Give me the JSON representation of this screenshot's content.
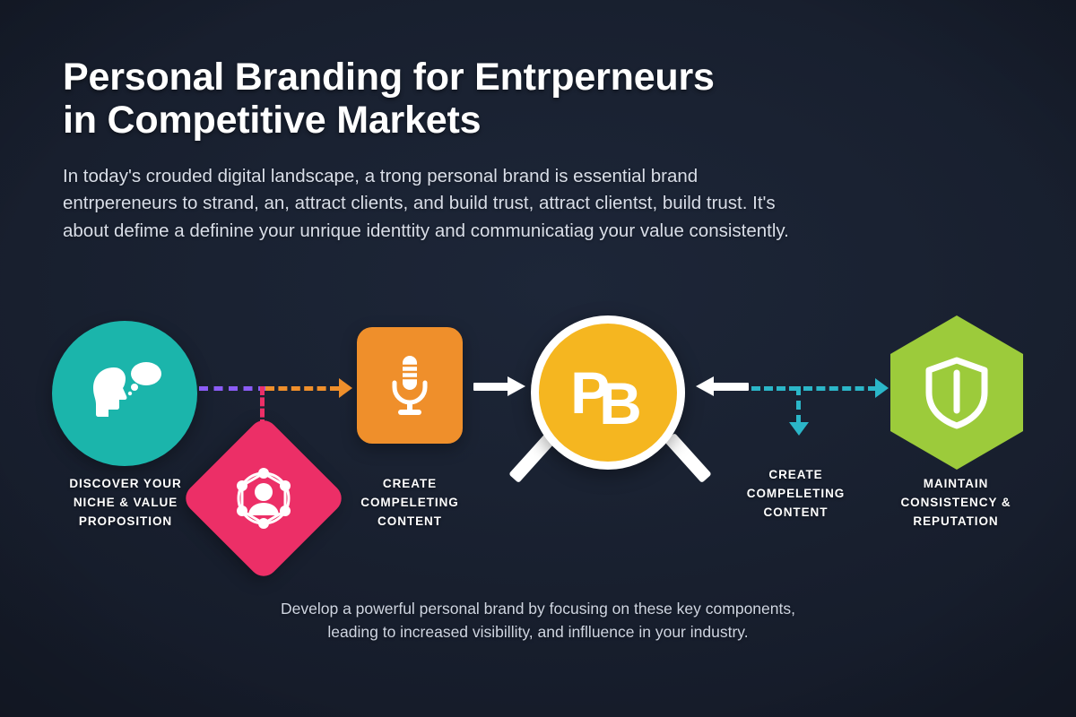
{
  "page": {
    "background_color": "#1a2232",
    "title": "Personal Branding for Entrperneurs in Competitive Markets",
    "title_line1": "Personal Branding for Entrperneurs",
    "title_line2": "in Competitive Markets",
    "intro": "In today's crouded digital landscape, a trong personal brand is essential brand entrpereneurs to strand, an, attract clients,  and build trust, attract clientst, build trust. It's about defime a definine your unrique identtity and communicatiag your value consistently.",
    "footer_line1": "Develop a powerful personal brand by focusing on these key components,",
    "footer_line2": "leading to increased visibillity,  and inflluence in your industry."
  },
  "diagram": {
    "center": {
      "monogram_p": "P",
      "monogram_b": "B",
      "icon": "magnifier-icon",
      "circle_color": "#f5b620",
      "ring_color": "#ffffff"
    },
    "nodes": [
      {
        "id": "discover-niche",
        "label": "DISCOVER YOUR NICHE & VALUE PROPOSITION",
        "label_lines": [
          "DISCOVER YOUR",
          "NICHE & VALUE",
          "PROPOSITION"
        ],
        "shape": "circle",
        "color": "#1bb5ab",
        "icon": "head-speech-bubble-icon"
      },
      {
        "id": "network",
        "label": "",
        "label_lines": [],
        "shape": "diamond",
        "color": "#ec2f67",
        "icon": "person-network-icon"
      },
      {
        "id": "create-content",
        "label": "CREATE COMPELETING CONTENT",
        "label_lines": [
          "CREATE",
          "COMPELETING",
          "CONTENT"
        ],
        "shape": "rounded-square",
        "color": "#ef8f2b",
        "icon": "microphone-icon"
      },
      {
        "id": "create-content-right",
        "label": "CREATE COMPELETING CONTENT",
        "label_lines": [
          "CREATE",
          "COMPELETING",
          "CONTENT"
        ],
        "shape": "none",
        "color": "#2bb6c8",
        "icon": "none"
      },
      {
        "id": "maintain-consistency",
        "label": "MAINTAIN CONSISTENCY & REPUTATION",
        "label_lines": [
          "MAINTAIN",
          "CONSISTENCY &",
          "REPUTATION"
        ],
        "shape": "hexagon",
        "color": "#9ccb3b",
        "icon": "shield-icon"
      }
    ],
    "connectors": [
      {
        "id": "teal-to-junction",
        "style": "dashed",
        "color": "#8b5cf6",
        "direction": "right"
      },
      {
        "id": "junction-to-orange",
        "style": "dashed",
        "color": "#ef8f2b",
        "direction": "right",
        "arrowhead": true
      },
      {
        "id": "junction-to-diamond",
        "style": "dashed",
        "color": "#ec2f67",
        "direction": "down",
        "arrowhead": true
      },
      {
        "id": "orange-to-center",
        "style": "solid",
        "color": "#ffffff",
        "direction": "right",
        "arrowhead": true
      },
      {
        "id": "right-to-center",
        "style": "solid",
        "color": "#ffffff",
        "direction": "left",
        "arrowhead": true
      },
      {
        "id": "label-to-junction",
        "style": "dashed",
        "color": "#2bb6c8",
        "direction": "right"
      },
      {
        "id": "junction-to-hexagon",
        "style": "dashed",
        "color": "#2bb6c8",
        "direction": "right",
        "arrowhead": true
      },
      {
        "id": "junction-down-right",
        "style": "dashed",
        "color": "#2bb6c8",
        "direction": "down",
        "arrowhead": true
      }
    ]
  }
}
